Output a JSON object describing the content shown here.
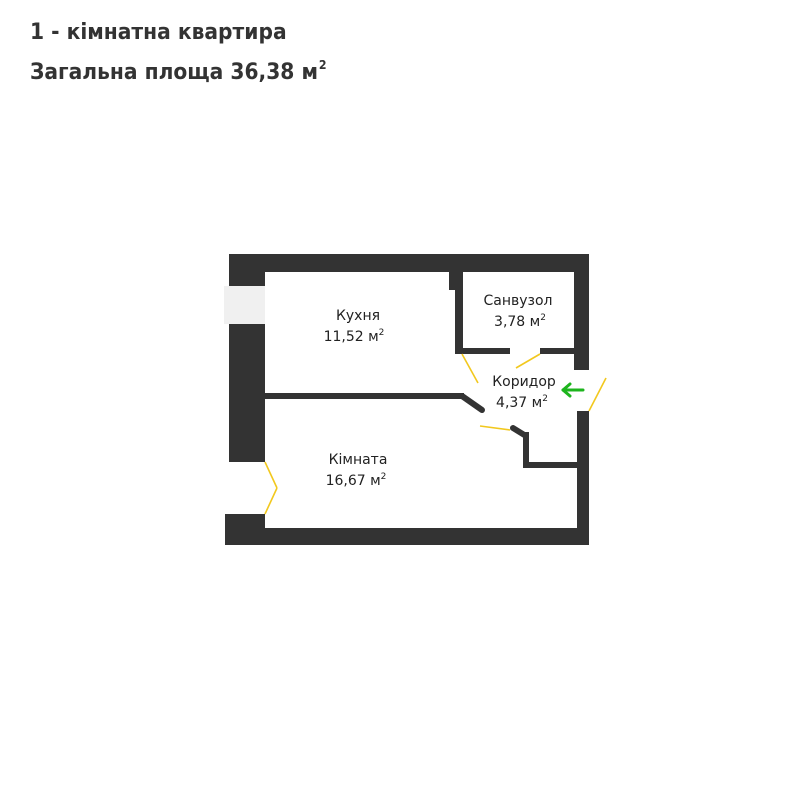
{
  "header": {
    "apartment_type": "1 - кімнатна квартира",
    "total_area_text": "Загальна площа 36,38 м",
    "total_area_sup": "2"
  },
  "colors": {
    "wall": "#333333",
    "door_line": "#f2c81e",
    "entrance_arrow": "#1db41d",
    "window": "#f0f0f0",
    "text": "#222222"
  },
  "rooms": [
    {
      "id": "kitchen",
      "name": "Кухня",
      "area": "11,52 м",
      "sup": "2"
    },
    {
      "id": "bathroom",
      "name": "Санвузол",
      "area": "3,78 м",
      "sup": "2"
    },
    {
      "id": "corridor",
      "name": "Коридор",
      "area": "4,37 м",
      "sup": "2"
    },
    {
      "id": "room",
      "name": "Кімната",
      "area": "16,67 м",
      "sup": "2"
    }
  ],
  "icons": {
    "entrance": "entrance-arrow-icon"
  }
}
